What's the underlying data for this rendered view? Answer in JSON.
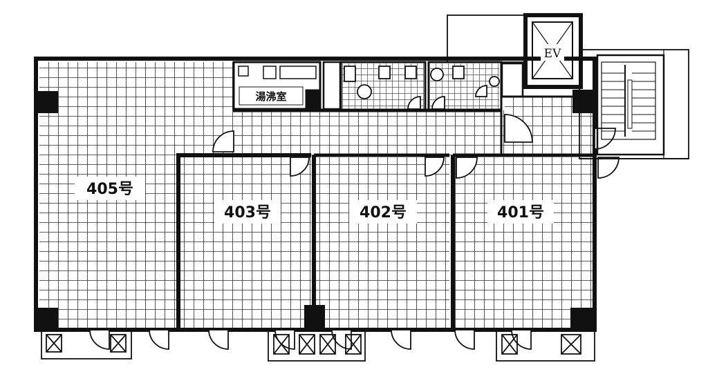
{
  "floor_plan": {
    "rooms": [
      {
        "id": "405",
        "label": "405号"
      },
      {
        "id": "403",
        "label": "403号"
      },
      {
        "id": "402",
        "label": "402号"
      },
      {
        "id": "401",
        "label": "401号"
      }
    ],
    "kitchenette": {
      "label": "湯沸室"
    },
    "elevator": {
      "label": "EV"
    },
    "colors": {
      "wall": "#111111",
      "grid": "#2a2a2a",
      "paper": "#ffffff",
      "label_bg": "#ffffff"
    }
  }
}
